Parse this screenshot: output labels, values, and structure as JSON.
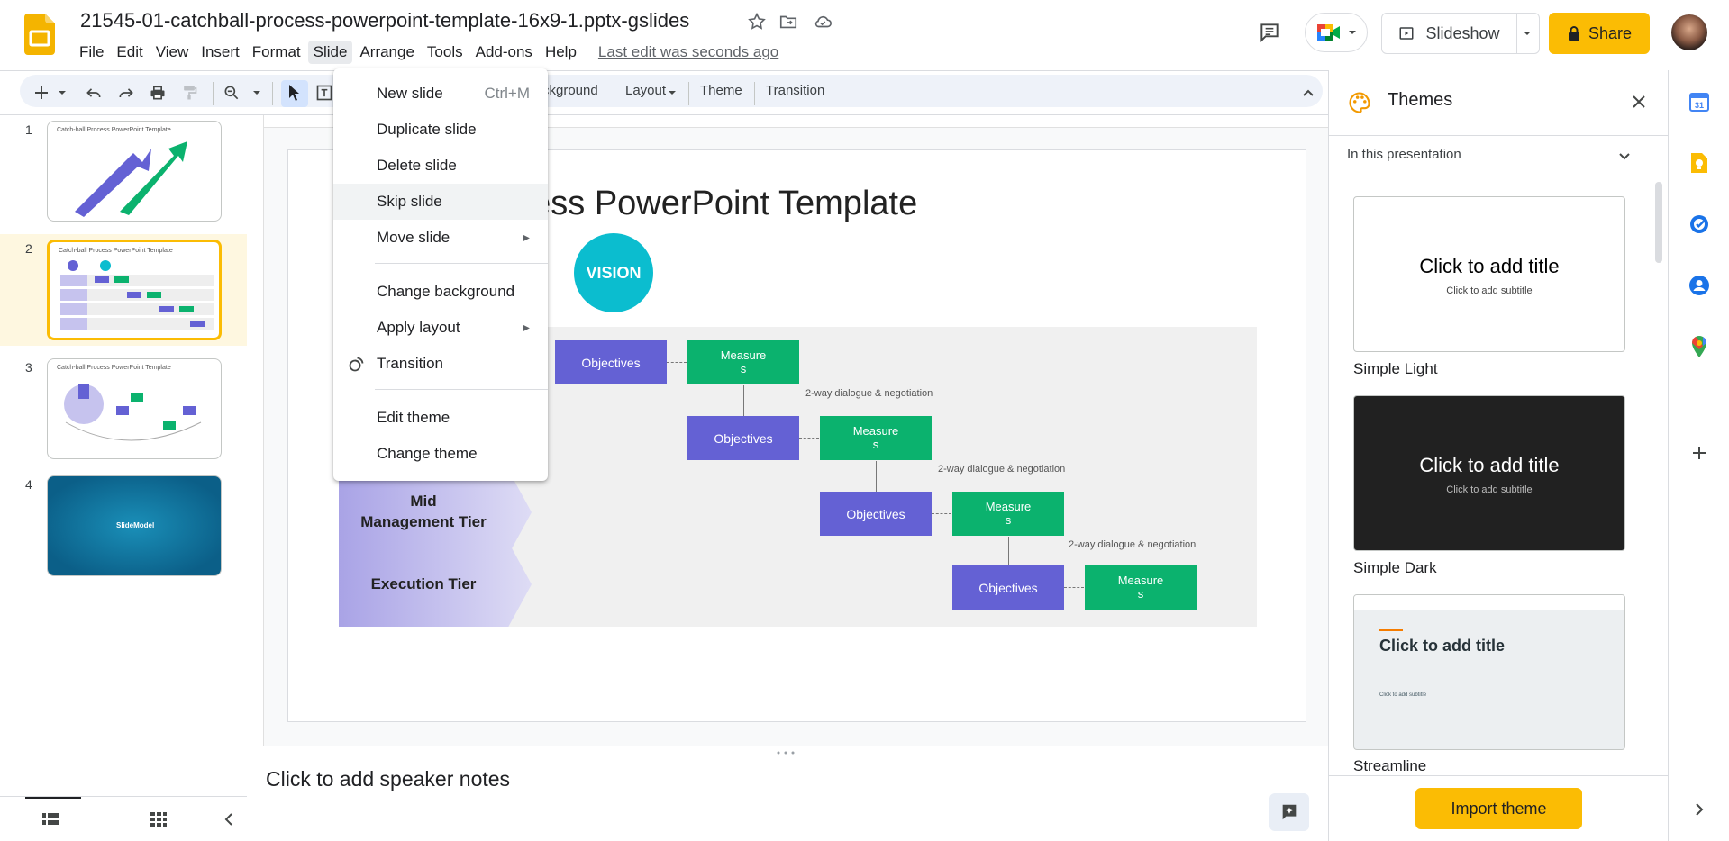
{
  "header": {
    "doc_title": "21545-01-catchball-process-powerpoint-template-16x9-1.pptx-gslides",
    "menu": [
      "File",
      "Edit",
      "View",
      "Insert",
      "Format",
      "Slide",
      "Arrange",
      "Tools",
      "Add-ons",
      "Help"
    ],
    "active_menu": "Slide",
    "last_edit": "Last edit was seconds ago",
    "slideshow_label": "Slideshow",
    "share_label": "Share"
  },
  "toolbar": {
    "background_label": "ckground",
    "layout_label": "Layout",
    "theme_label": "Theme",
    "transition_label": "Transition"
  },
  "slide_menu": {
    "items": [
      {
        "label": "New slide",
        "shortcut": "Ctrl+M"
      },
      {
        "label": "Duplicate slide"
      },
      {
        "label": "Delete slide"
      },
      {
        "label": "Skip slide"
      },
      {
        "label": "Move slide",
        "submenu": true
      },
      {
        "label": "Change background"
      },
      {
        "label": "Apply layout",
        "submenu": true
      },
      {
        "label": "Transition"
      },
      {
        "label": "Edit theme"
      },
      {
        "label": "Change theme"
      }
    ],
    "hovered": "Skip slide"
  },
  "filmstrip": {
    "slides": [
      {
        "number": "1",
        "caption": "Catch-ball Process PowerPoint Template"
      },
      {
        "number": "2",
        "caption": "Catch-ball Process PowerPoint Template"
      },
      {
        "number": "3",
        "caption": "Catch-ball Process PowerPoint Template"
      },
      {
        "number": "4",
        "caption": "SlideModel"
      }
    ],
    "selected_index": 1
  },
  "slide": {
    "title": "ocess PowerPoint Template",
    "vision": "VISION",
    "tiers": [
      {
        "label": "Mid\nManagement Tier"
      },
      {
        "label": "Execution Tier"
      }
    ],
    "objectives_label": "Objectives",
    "measures_label": "Measure\ns",
    "dialogue_label": "2-way dialogue & negotiation"
  },
  "notes": {
    "placeholder": "Click to add speaker notes"
  },
  "themes_panel": {
    "title": "Themes",
    "section": "In this presentation",
    "themes": [
      {
        "name": "Simple Light",
        "title": "Click to add title",
        "subtitle": "Click to add subtitle"
      },
      {
        "name": "Simple Dark",
        "title": "Click to add title",
        "subtitle": "Click to add subtitle"
      },
      {
        "name": "Streamline",
        "title": "Click to add title",
        "subtitle": "Click to add subtitle"
      }
    ],
    "import_label": "Import theme"
  },
  "colors": {
    "accent_yellow": "#fbbc04",
    "objectives": "#6461d4",
    "measures": "#0bb26e",
    "vision": "#0bbdcf"
  }
}
